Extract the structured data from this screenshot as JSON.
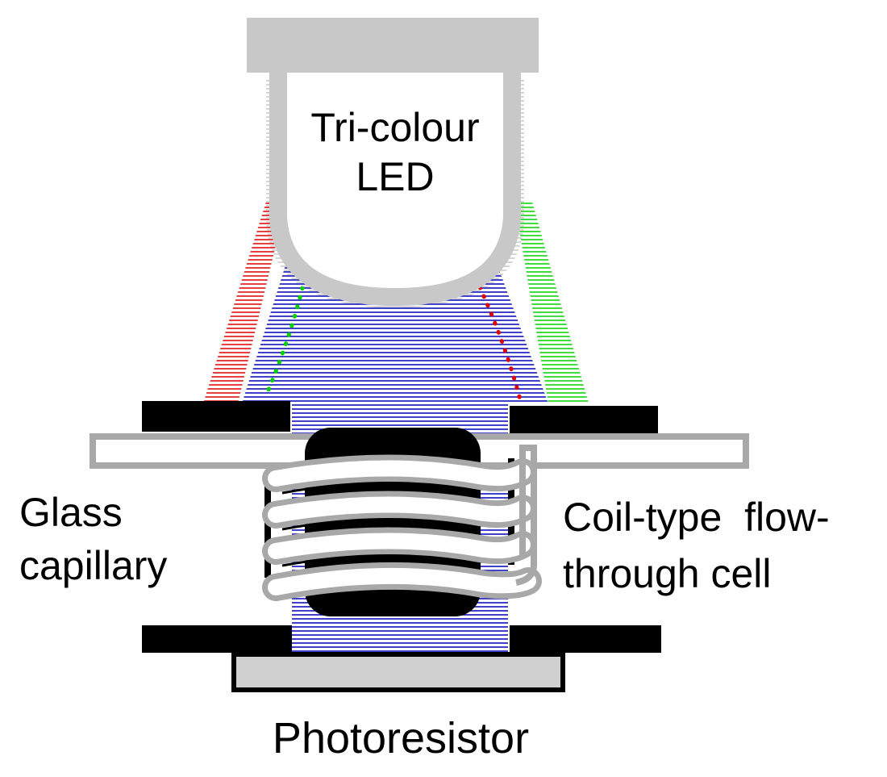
{
  "labels": {
    "led_line1": "Tri-colour",
    "led_line2": "LED",
    "glass_line1": "Glass",
    "glass_line2": "capillary",
    "coil_line1": "Coil-type  flow-",
    "coil_line2": "through cell",
    "photoresistor": "Photoresistor"
  },
  "colors": {
    "blue_light": "#0000b8",
    "red_light": "#e00000",
    "green_light": "#00d000",
    "led_body": "#c8c8c8",
    "capillary": "#a8a8a8",
    "block": "#000000",
    "photoresistor_fill": "#d0d0d0"
  }
}
